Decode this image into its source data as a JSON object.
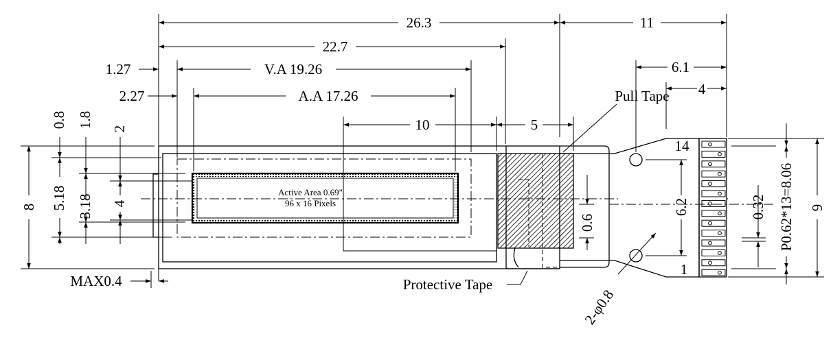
{
  "labels": {
    "d_26_3": "26.3",
    "d_11": "11",
    "d_22_7": "22.7",
    "d_1_27": "1.27",
    "d_va": "V.A 19.26",
    "d_6_1": "6.1",
    "d_2_27": "2.27",
    "d_aa": "A.A 17.26",
    "d_4_top": "4",
    "pull_tape": "Pull Tape",
    "d_10": "10",
    "d_5": "5",
    "d_0_8": "0.8",
    "d_1_8": "1.8",
    "d_2": "2",
    "d_8": "8",
    "d_5_18": "5.18",
    "d_3_18": "3.18",
    "d_4_left": "4",
    "active_area": "Active Area 0.69\"",
    "pixels": "96 x 16 Pixels",
    "pin_14": "14",
    "pin_1": "1",
    "d_6_2": "6.2",
    "d_0_32": "0.32",
    "d_pitch": "P0.62*13=8.06",
    "d_9": "9",
    "d_0_6": "0.6",
    "max_0_4": "MAX0.4",
    "protective_tape": "Protective Tape",
    "hole_dia": "2-φ0.8"
  }
}
